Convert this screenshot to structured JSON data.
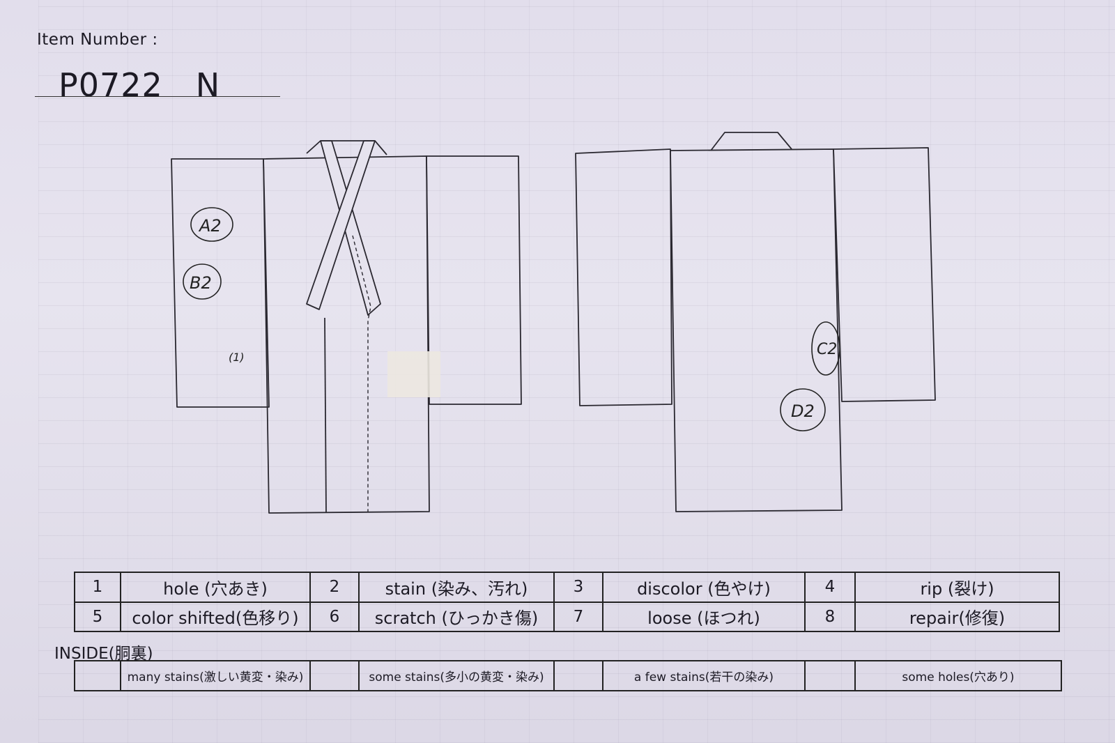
{
  "item": {
    "label": "Item Number :",
    "number": "P0722　N"
  },
  "diagram": {
    "front_marks": [
      {
        "label": "A2"
      },
      {
        "label": "B2"
      },
      {
        "label": "(1)"
      }
    ],
    "back_marks": [
      {
        "label": "C2"
      },
      {
        "label": "D2"
      }
    ]
  },
  "legend": [
    {
      "num": "1",
      "text": "hole (穴あき)"
    },
    {
      "num": "2",
      "text": "stain (染み、汚れ)"
    },
    {
      "num": "3",
      "text": "discolor (色やけ)"
    },
    {
      "num": "4",
      "text": "rip (裂け)"
    },
    {
      "num": "5",
      "text": "color shifted(色移り)"
    },
    {
      "num": "6",
      "text": "scratch (ひっかき傷)"
    },
    {
      "num": "7",
      "text": "loose (ほつれ)"
    },
    {
      "num": "8",
      "text": "repair(修復)"
    }
  ],
  "inside": {
    "title": "INSIDE(胴裏)",
    "options": [
      {
        "text": "many stains(激しい黄変・染み)"
      },
      {
        "text": "some stains(多小の黄変・染み)"
      },
      {
        "text": "a few stains(若干の染み)"
      },
      {
        "text": "some holes(穴あり)"
      }
    ]
  }
}
